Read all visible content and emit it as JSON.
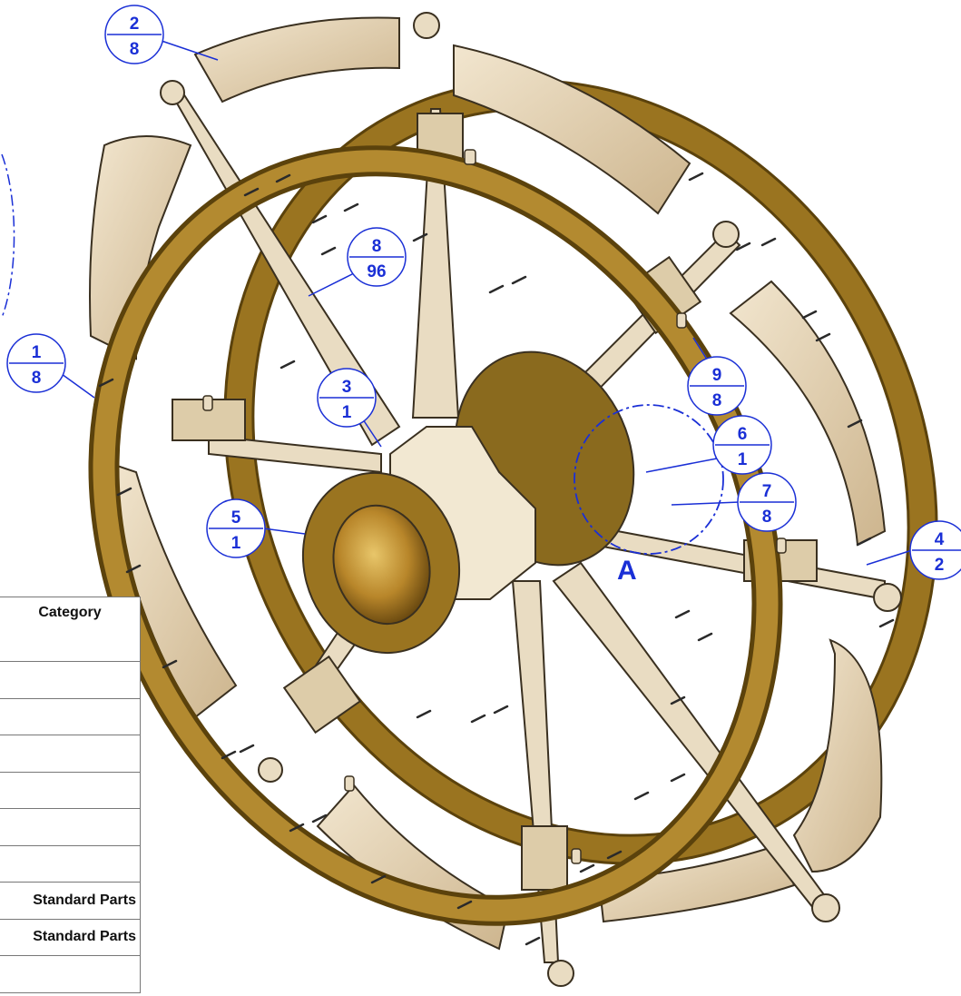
{
  "balloons": [
    {
      "item": "2",
      "qty": "8"
    },
    {
      "item": "8",
      "qty": "96"
    },
    {
      "item": "1",
      "qty": "8"
    },
    {
      "item": "3",
      "qty": "1"
    },
    {
      "item": "9",
      "qty": "8"
    },
    {
      "item": "6",
      "qty": "1"
    },
    {
      "item": "7",
      "qty": "8"
    },
    {
      "item": "5",
      "qty": "1"
    },
    {
      "item": "4",
      "qty": "2"
    }
  ],
  "detail_label": "A",
  "bom_table": {
    "header": "Category",
    "rows": [
      "",
      "",
      "",
      "",
      "",
      "",
      "Standard Parts",
      "Standard Parts",
      ""
    ]
  },
  "colors": {
    "annotation_blue": "#1a2fd6",
    "rim_bronze": "#8a6a1e",
    "wood_light": "#e6d6b8",
    "hub_gold": "#c89a2c"
  }
}
